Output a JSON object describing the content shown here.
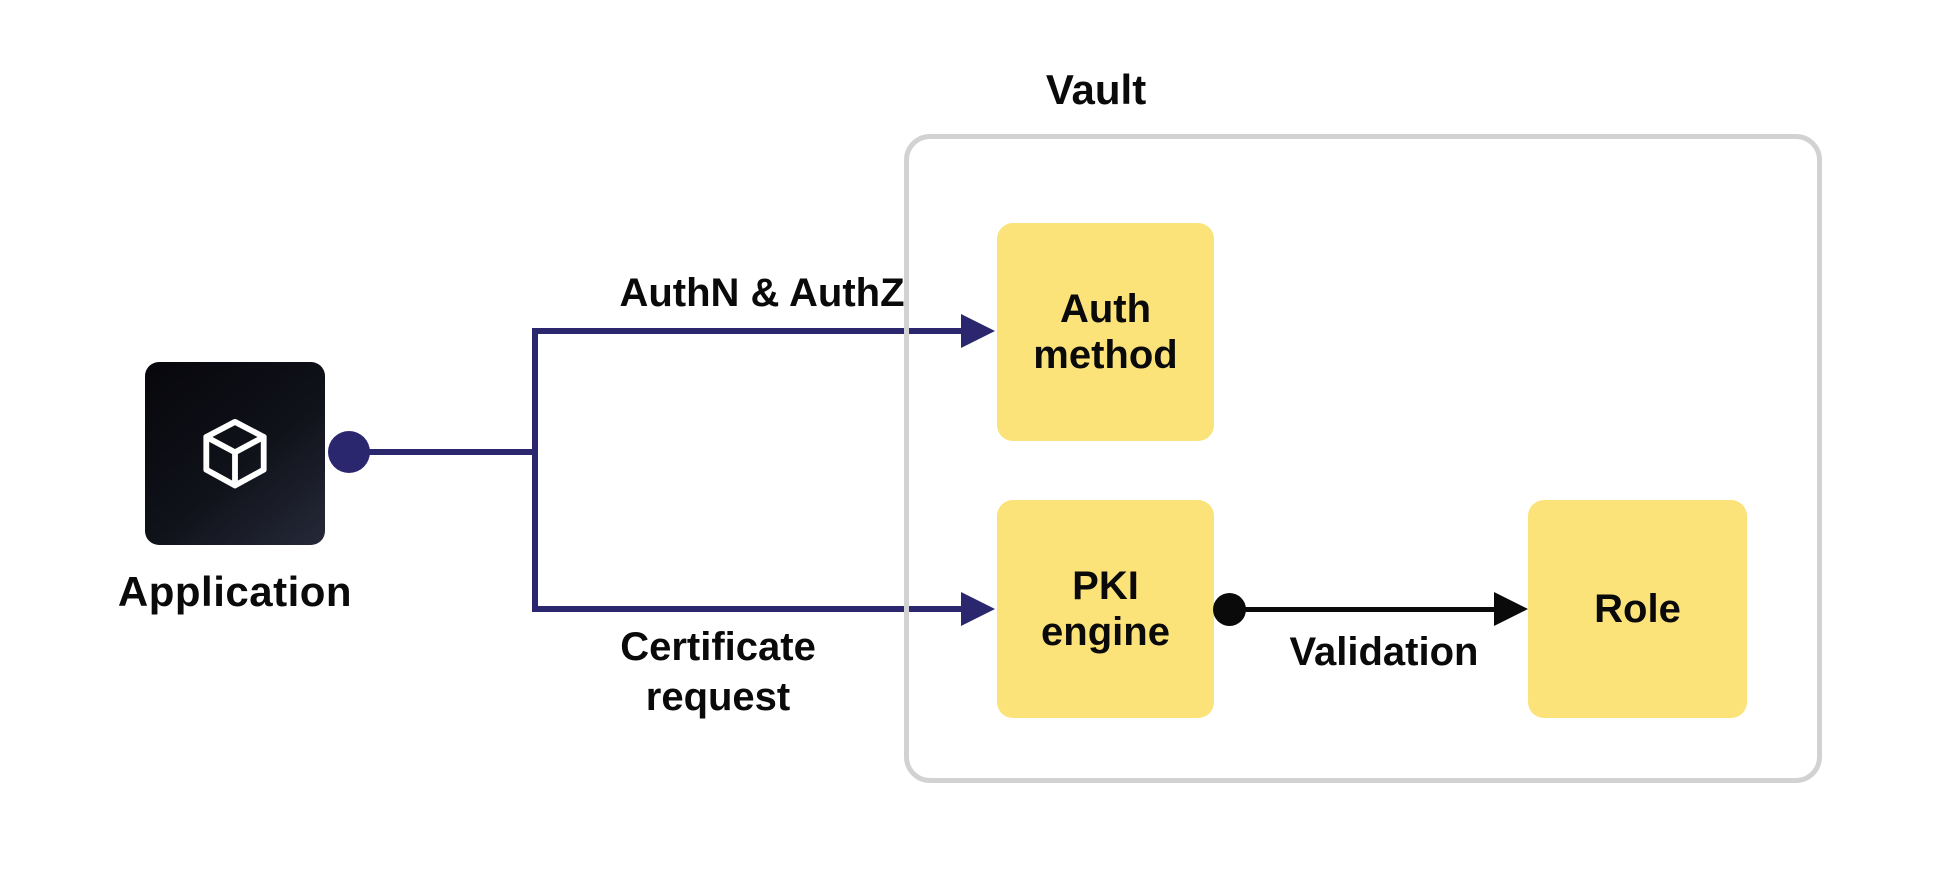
{
  "colors": {
    "connector_navy": "#2a276e",
    "node_yellow": "#fbe379",
    "vault_border_gray": "#d2d2d2",
    "edge_black": "#0a0a0a",
    "text": "#0a0a0a",
    "app_box_dark": "#0b0d15"
  },
  "application": {
    "label": "Application",
    "icon": "cube-icon"
  },
  "vault": {
    "title": "Vault",
    "nodes": {
      "auth_method": "Auth\nmethod",
      "pki_engine": "PKI\nengine",
      "role": "Role"
    }
  },
  "edges": {
    "authn": "AuthN & AuthZ",
    "certificate": "Certificate\nrequest",
    "validation": "Validation"
  }
}
